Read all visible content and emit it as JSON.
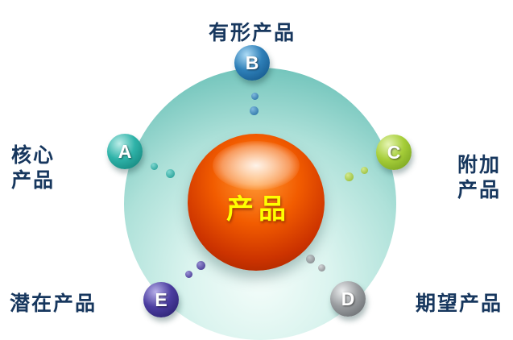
{
  "center": {
    "label": "产品"
  },
  "nodes": [
    {
      "letter": "A",
      "label": "核心产品",
      "label_lines": [
        "核心",
        "产品"
      ],
      "color": "#1fa9a0"
    },
    {
      "letter": "B",
      "label": "有形产品",
      "label_lines": [
        "有形产品"
      ],
      "color": "#2e7fb8"
    },
    {
      "letter": "C",
      "label": "附加产品",
      "label_lines": [
        "附加",
        "产品"
      ],
      "color": "#a6ce39"
    },
    {
      "letter": "D",
      "label": "期望产品",
      "label_lines": [
        "期望产品"
      ],
      "color": "#94989b"
    },
    {
      "letter": "E",
      "label": "潜在产品",
      "label_lines": [
        "潜在产品"
      ],
      "color": "#4b3da0"
    }
  ],
  "colors": {
    "label_text": "#17375e",
    "center_text": "#ffff00",
    "center_sphere": "#e04a00",
    "outer_circle": "#5fbcb3"
  }
}
